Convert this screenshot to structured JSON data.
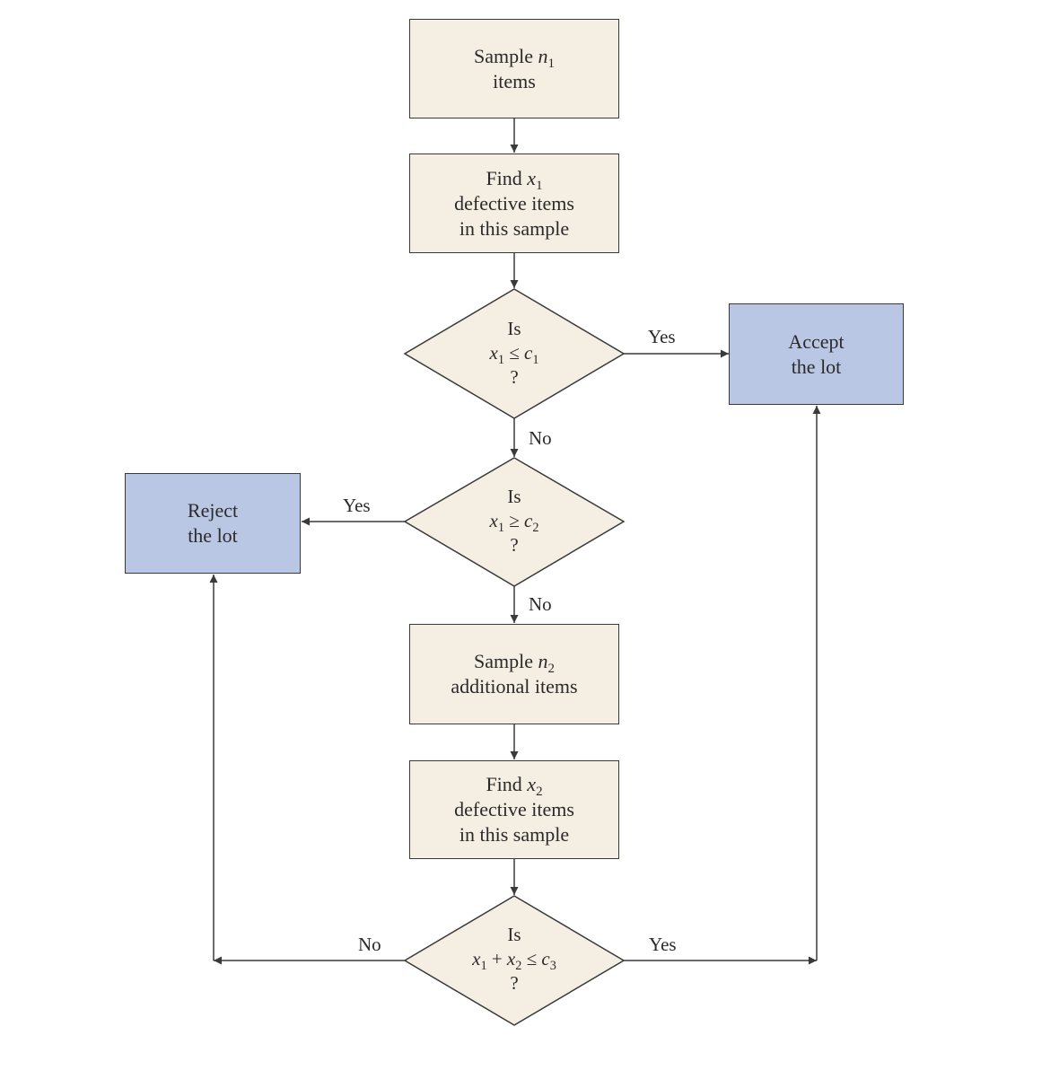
{
  "nodes": {
    "sample_n1": {
      "line1_a": "Sample ",
      "line1_var": "n",
      "line1_sub": "1",
      "line2": "items"
    },
    "find_x1": {
      "line1_a": "Find ",
      "line1_var": "x",
      "line1_sub": "1",
      "line2": "defective items",
      "line3": "in this sample"
    },
    "decision_1": {
      "line1": "Is",
      "lhs_var": "x",
      "lhs_sub": "1",
      "op": " ≤ ",
      "rhs_var": "c",
      "rhs_sub": "1",
      "line3": "?"
    },
    "decision_2": {
      "line1": "Is",
      "lhs_var": "x",
      "lhs_sub": "1",
      "op": " ≥ ",
      "rhs_var": "c",
      "rhs_sub": "2",
      "line3": "?"
    },
    "sample_n2": {
      "line1_a": "Sample ",
      "line1_var": "n",
      "line1_sub": "2",
      "line2": "additional items"
    },
    "find_x2": {
      "line1_a": "Find ",
      "line1_var": "x",
      "line1_sub": "2",
      "line2": "defective items",
      "line3": "in this sample"
    },
    "decision_3": {
      "line1": "Is",
      "a_var": "x",
      "a_sub": "1",
      "plus": " + ",
      "b_var": "x",
      "b_sub": "2",
      "op": " ≤ ",
      "c_var": "c",
      "c_sub": "3",
      "line3": "?"
    },
    "accept": {
      "line1": "Accept",
      "line2": "the lot"
    },
    "reject": {
      "line1": "Reject",
      "line2": "the lot"
    }
  },
  "edge_labels": {
    "d1_yes": "Yes",
    "d1_no": "No",
    "d2_yes": "Yes",
    "d2_no": "No",
    "d3_no": "No",
    "d3_yes": "Yes"
  },
  "colors": {
    "process_fill": "#f5eee3",
    "terminal_fill": "#bac7e4",
    "stroke": "#3a3a3a"
  }
}
